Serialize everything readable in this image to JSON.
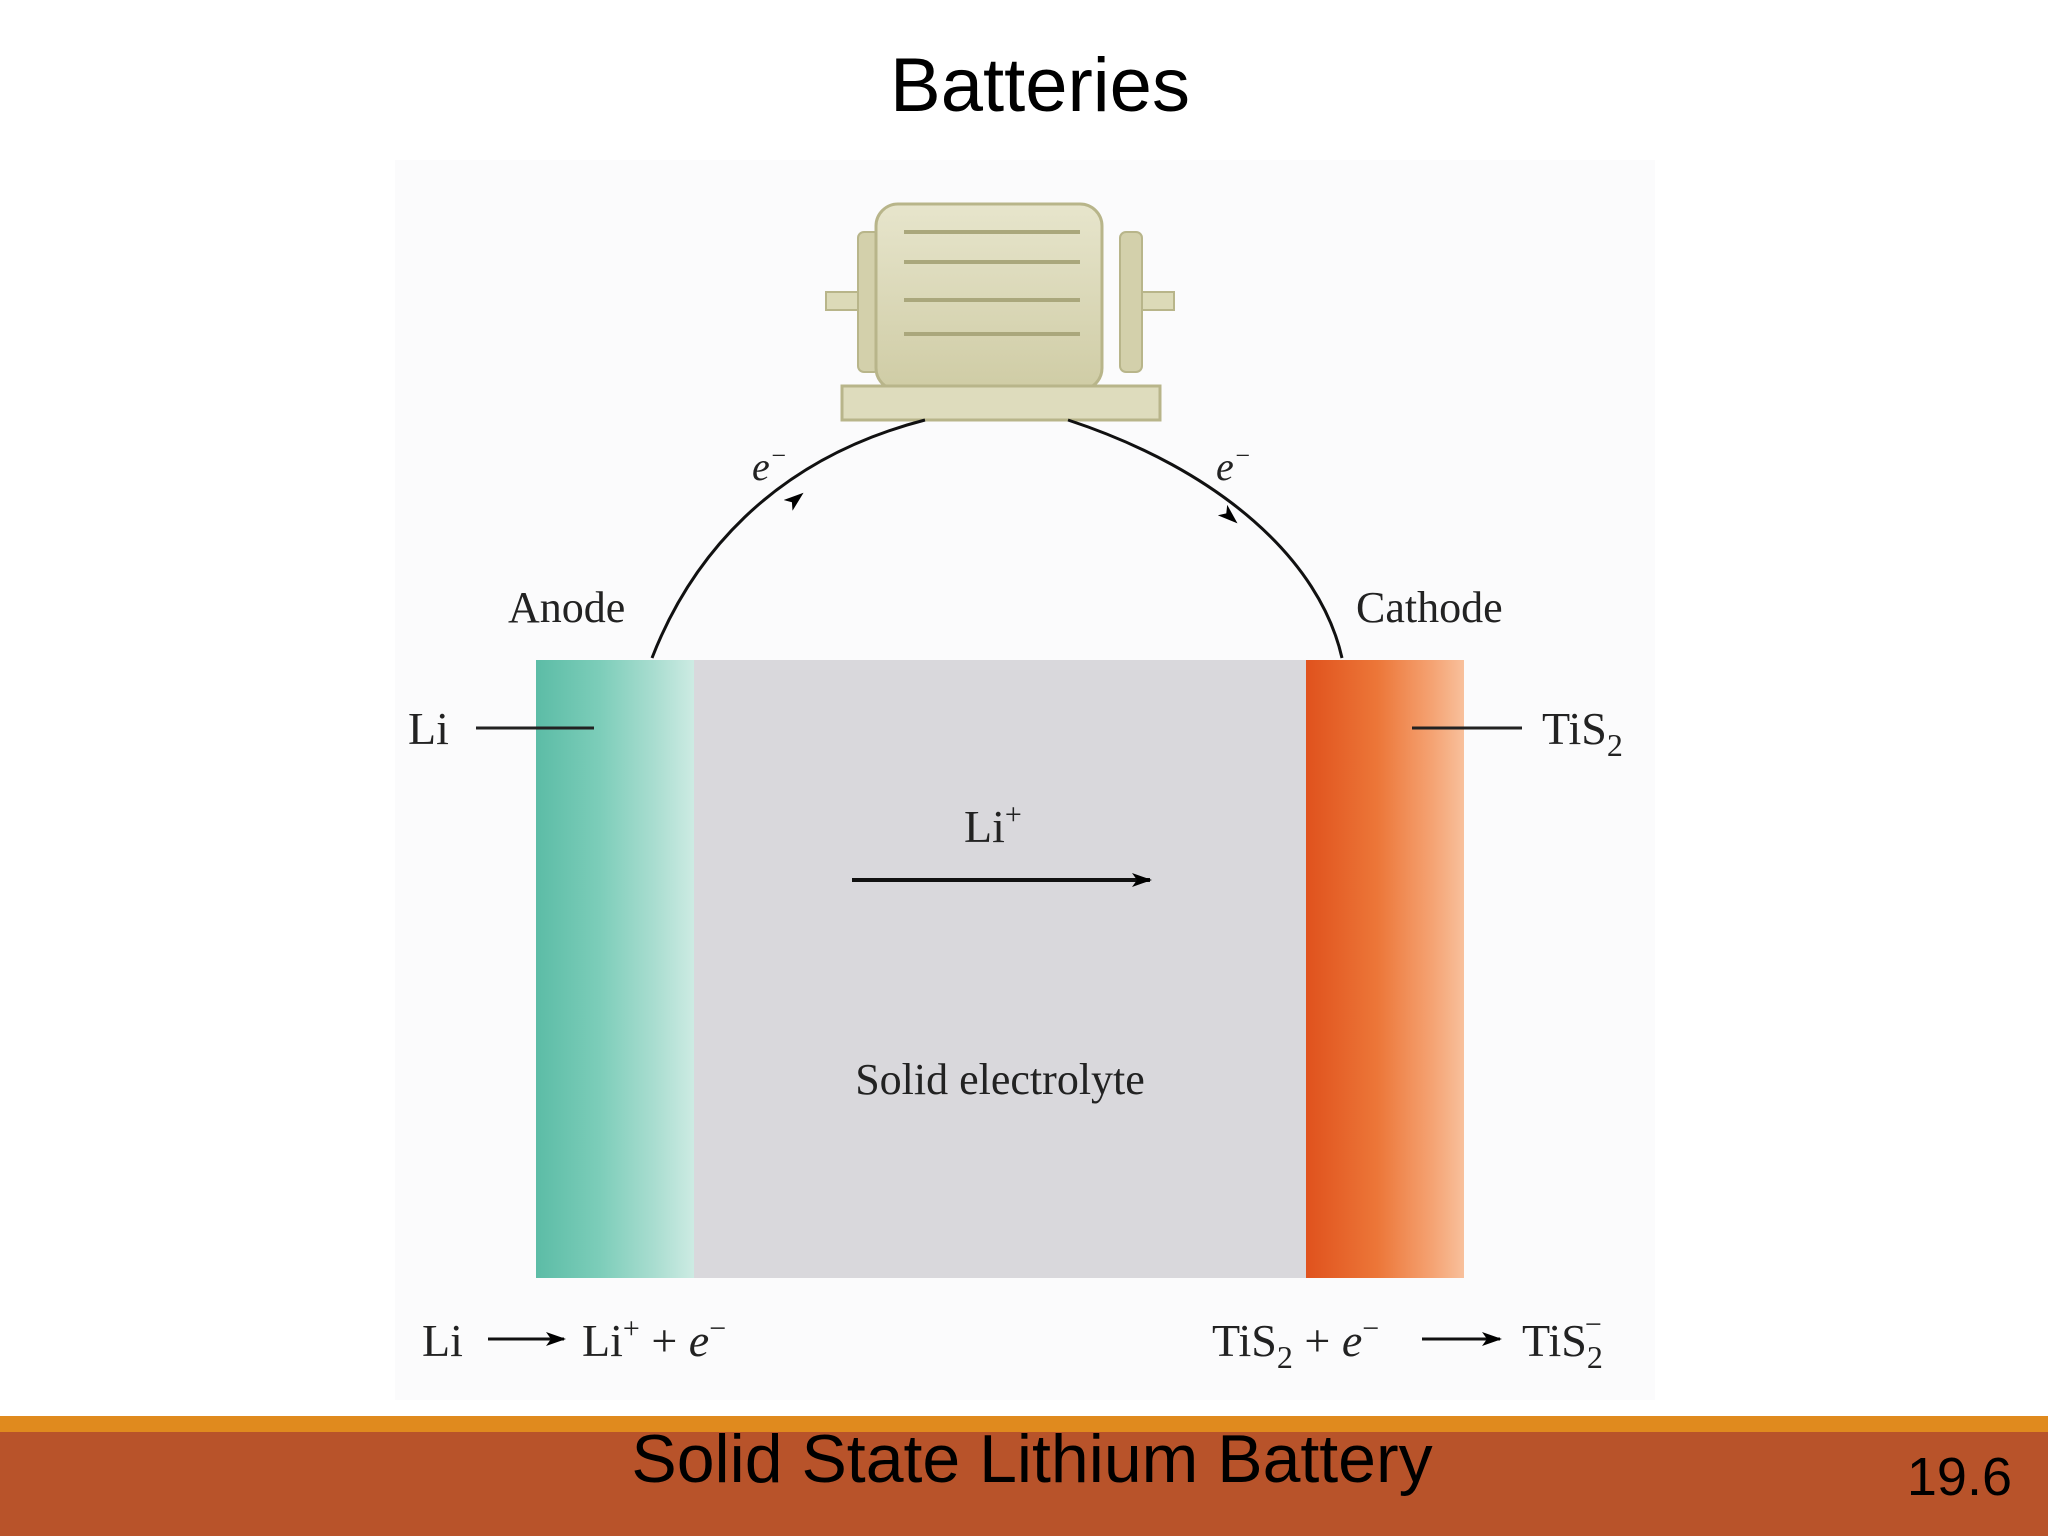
{
  "slide": {
    "title": "Batteries",
    "caption": "Solid State Lithium Battery",
    "number": "19.6"
  },
  "diagram": {
    "load_icon": "electric-motor-icon",
    "electron_left": "e",
    "electron_right": "e",
    "electron_sup": "−",
    "anode_label": "Anode",
    "cathode_label": "Cathode",
    "anode_material": "Li",
    "cathode_material": "TiS",
    "subscript_2": "2",
    "ion_label": "Li",
    "ion_sup": "+",
    "electrolyte_label": "Solid electrolyte",
    "anode_reaction": {
      "reactant": "Li",
      "product": "Li",
      "product_sup": "+",
      "plus": " + ",
      "electron": "e",
      "electron_sup": "−"
    },
    "cathode_reaction": {
      "reactant": "TiS",
      "reactant_sub": "2",
      "plus": " + ",
      "electron": "e",
      "electron_sup": "−",
      "product": "TiS",
      "product_sub": "2",
      "product_sup": "−"
    }
  },
  "colors": {
    "anode": "#6cc5b0",
    "cathode": "#e5551f",
    "electrolyte": "#d9d8dc",
    "footer_bar": "#b8532a",
    "footer_line": "#e08a1e",
    "motor": "#d8d6b2"
  }
}
